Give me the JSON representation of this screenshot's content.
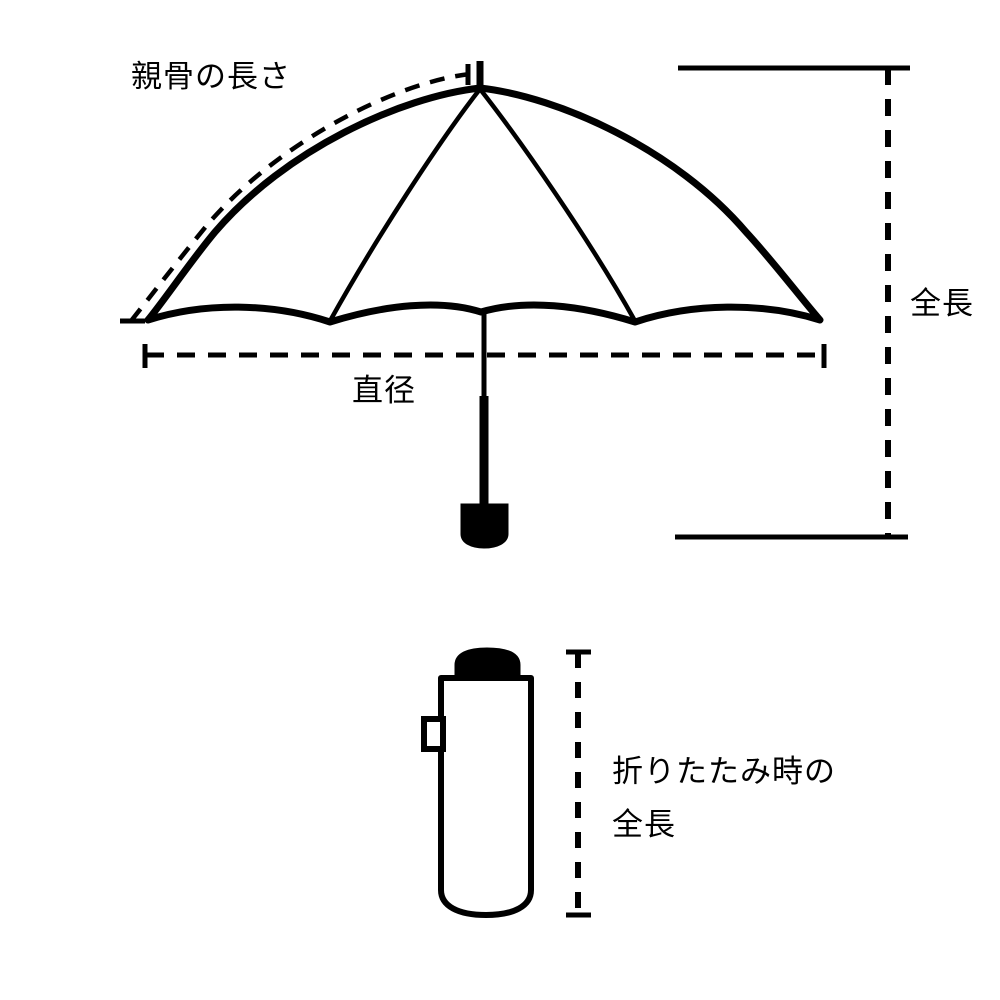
{
  "diagram": {
    "title": "umbrella-dimensions-diagram",
    "stroke_color": "#000000",
    "background_color": "#ffffff",
    "labels": {
      "rib_length": "親骨の長さ",
      "diameter": "直径",
      "total_length": "全長",
      "folded_length_line1": "折りたたみ時の",
      "folded_length_line2": "全長"
    },
    "parts": {
      "open_umbrella": "open-umbrella",
      "canopy": "canopy",
      "finial": "finial-tip",
      "shaft": "shaft",
      "handle": "handle",
      "folded_umbrella": "folded-umbrella",
      "folded_cap": "folded-cap",
      "folded_body": "folded-body",
      "strap_loop": "strap-loop"
    },
    "dimension_lines": {
      "rib_length": "dashed-arc-along-rib",
      "diameter": "horizontal-dashed-line",
      "total_length": "vertical-dashed-line-right",
      "folded_length": "vertical-dashed-line-folded"
    }
  }
}
